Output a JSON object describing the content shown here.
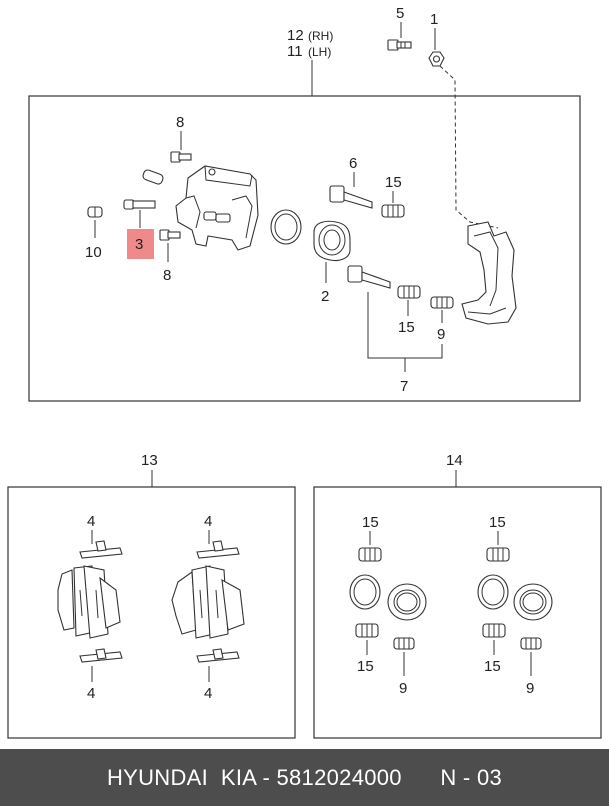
{
  "callouts": {
    "c12": "12",
    "c12_side": "(RH)",
    "c11": "11",
    "c11_side": "(LH)",
    "c5": "5",
    "c1": "1",
    "c8_top": "8",
    "c8_bottom": "8",
    "c6": "6",
    "c15_top": "15",
    "c10": "10",
    "c3": "3",
    "c2": "2",
    "c15_mid": "15",
    "c9_mid": "9",
    "c7": "7",
    "c13": "13",
    "c14": "14",
    "c4_a": "4",
    "c4_b": "4",
    "c4_c": "4",
    "c4_d": "4",
    "c15_a": "15",
    "c15_b": "15",
    "c15_c": "15",
    "c15_d": "15",
    "c9_a": "9",
    "c9_b": "9"
  },
  "highlight_color": "#f08a8a",
  "footer": {
    "brand": "HYUNDAI  KIA - 5812024000",
    "page": "N - 03"
  }
}
